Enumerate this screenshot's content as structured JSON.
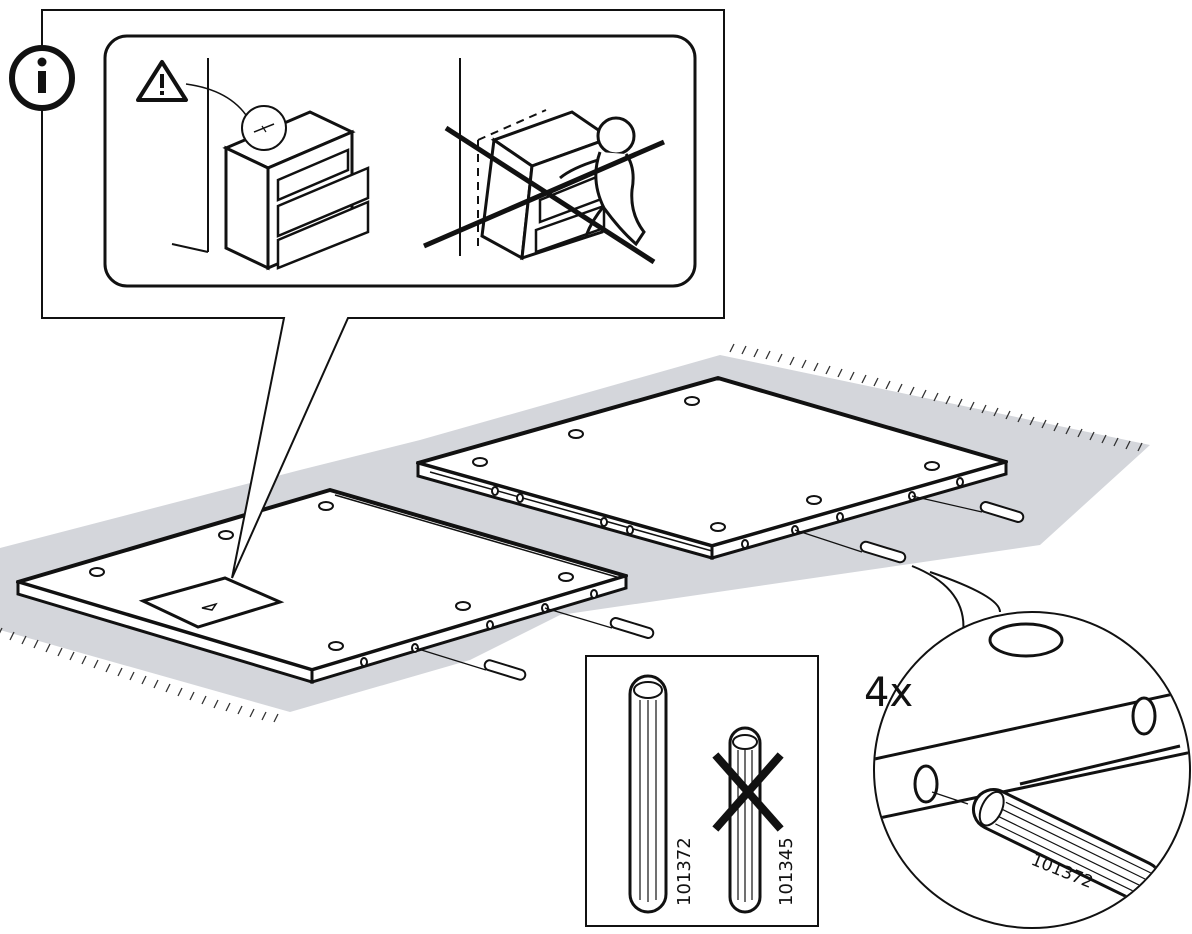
{
  "info_icon": "info-icon",
  "warning_icon": "warning-triangle-icon",
  "colors": {
    "ink": "#111111",
    "rug": "#d4d6db",
    "panel": "#ffffff"
  },
  "quantity_label": "4x",
  "dowels": {
    "correct_part": "101372",
    "wrong_part": "101345"
  },
  "zoom_part_label": "101372"
}
